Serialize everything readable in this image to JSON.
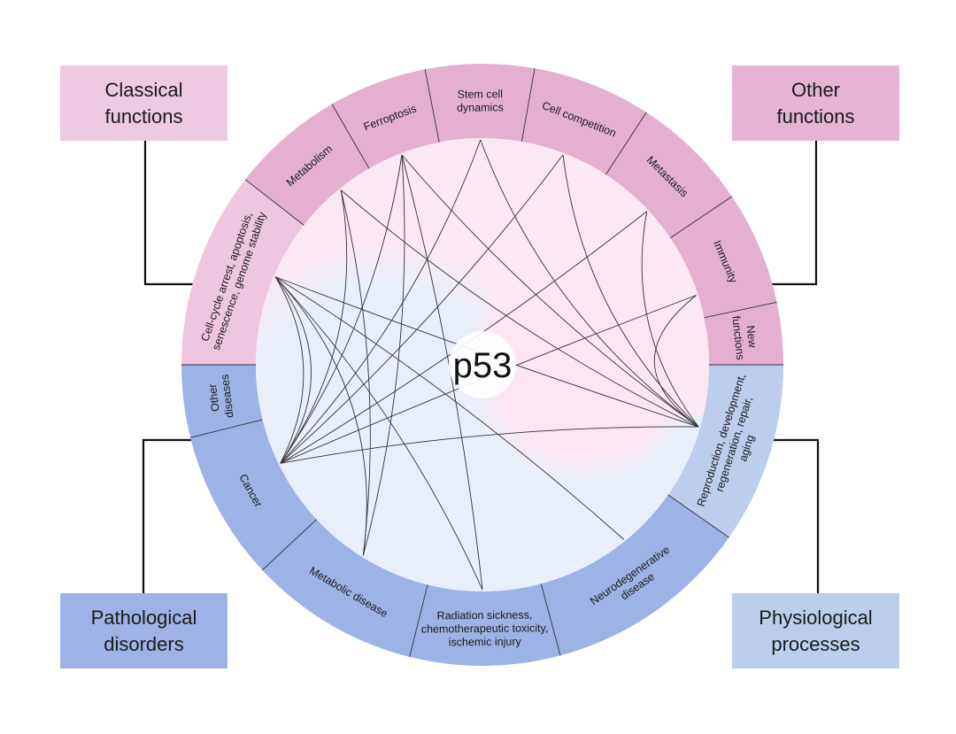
{
  "center": {
    "label": "p53"
  },
  "colors": {
    "classical_box": "#efc9e1",
    "other_box": "#e6b3d3",
    "pathological_box": "#9db3e6",
    "physiological_box": "#bccdee",
    "pink_segment": "#e5b0d0",
    "light_pink_segment": "#efc6df",
    "blue_segment": "#9cb3e6",
    "light_blue_segment": "#bdcdee",
    "inner_pink": "#fce8f3",
    "inner_blue": "#e9effa",
    "line": "#333333"
  },
  "boxes": {
    "classical": {
      "label": "Classical\nfunctions"
    },
    "other": {
      "label": "Other\nfunctions"
    },
    "pathological": {
      "label": "Pathological\ndisorders"
    },
    "physiological": {
      "label": "Physiological\nprocesses"
    }
  },
  "segments": [
    {
      "id": "cell-cycle",
      "group": "classical",
      "lines": [
        "Cell-cycle arrest, apoptosis,",
        "senescence, genome stability"
      ]
    },
    {
      "id": "metabolism",
      "group": "classical",
      "lines": [
        "Metabolism"
      ]
    },
    {
      "id": "ferroptosis",
      "group": "other",
      "lines": [
        "Ferroptosis"
      ]
    },
    {
      "id": "stem-cell",
      "group": "other",
      "lines": [
        "Stem cell",
        "dynamics"
      ]
    },
    {
      "id": "cell-competition",
      "group": "other",
      "lines": [
        "Cell competition"
      ]
    },
    {
      "id": "metastasis",
      "group": "other",
      "lines": [
        "Metastasis"
      ]
    },
    {
      "id": "immunity",
      "group": "other",
      "lines": [
        "Immunity"
      ]
    },
    {
      "id": "new-functions",
      "group": "other",
      "lines": [
        "New",
        "functions"
      ]
    },
    {
      "id": "reproduction",
      "group": "physiological",
      "lines": [
        "Reproduction, development,",
        "regeneration, repair,",
        "aging"
      ]
    },
    {
      "id": "neurodegenerative",
      "group": "pathological",
      "lines": [
        "Neurodegenerative",
        "disease"
      ]
    },
    {
      "id": "radiation",
      "group": "pathological",
      "lines": [
        "Radiation sickness,",
        "chemotherapeutic toxicity,",
        "ischemic injury"
      ]
    },
    {
      "id": "metabolic-disease",
      "group": "pathological",
      "lines": [
        "Metabolic disease"
      ]
    },
    {
      "id": "cancer",
      "group": "pathological",
      "lines": [
        "Cancer"
      ]
    },
    {
      "id": "other-diseases",
      "group": "pathological",
      "lines": [
        "Other",
        "diseases"
      ]
    }
  ],
  "connections": [
    [
      "cell-cycle",
      "cancer"
    ],
    [
      "cell-cycle",
      "cancer"
    ],
    [
      "cell-cycle",
      "metabolic-disease"
    ],
    [
      "cell-cycle",
      "radiation"
    ],
    [
      "cell-cycle",
      "neurodegenerative"
    ],
    [
      "cell-cycle",
      "reproduction"
    ],
    [
      "metabolism",
      "metabolic-disease"
    ],
    [
      "metabolism",
      "cancer"
    ],
    [
      "metabolism",
      "reproduction"
    ],
    [
      "ferroptosis",
      "cancer"
    ],
    [
      "ferroptosis",
      "metabolic-disease"
    ],
    [
      "ferroptosis",
      "radiation"
    ],
    [
      "ferroptosis",
      "reproduction"
    ],
    [
      "stem-cell",
      "cancer"
    ],
    [
      "stem-cell",
      "reproduction"
    ],
    [
      "cell-competition",
      "cancer"
    ],
    [
      "cell-competition",
      "reproduction"
    ],
    [
      "metastasis",
      "cancer"
    ],
    [
      "metastasis",
      "reproduction"
    ],
    [
      "immunity",
      "cancer"
    ],
    [
      "immunity",
      "reproduction"
    ],
    [
      "cancer",
      "reproduction"
    ]
  ]
}
